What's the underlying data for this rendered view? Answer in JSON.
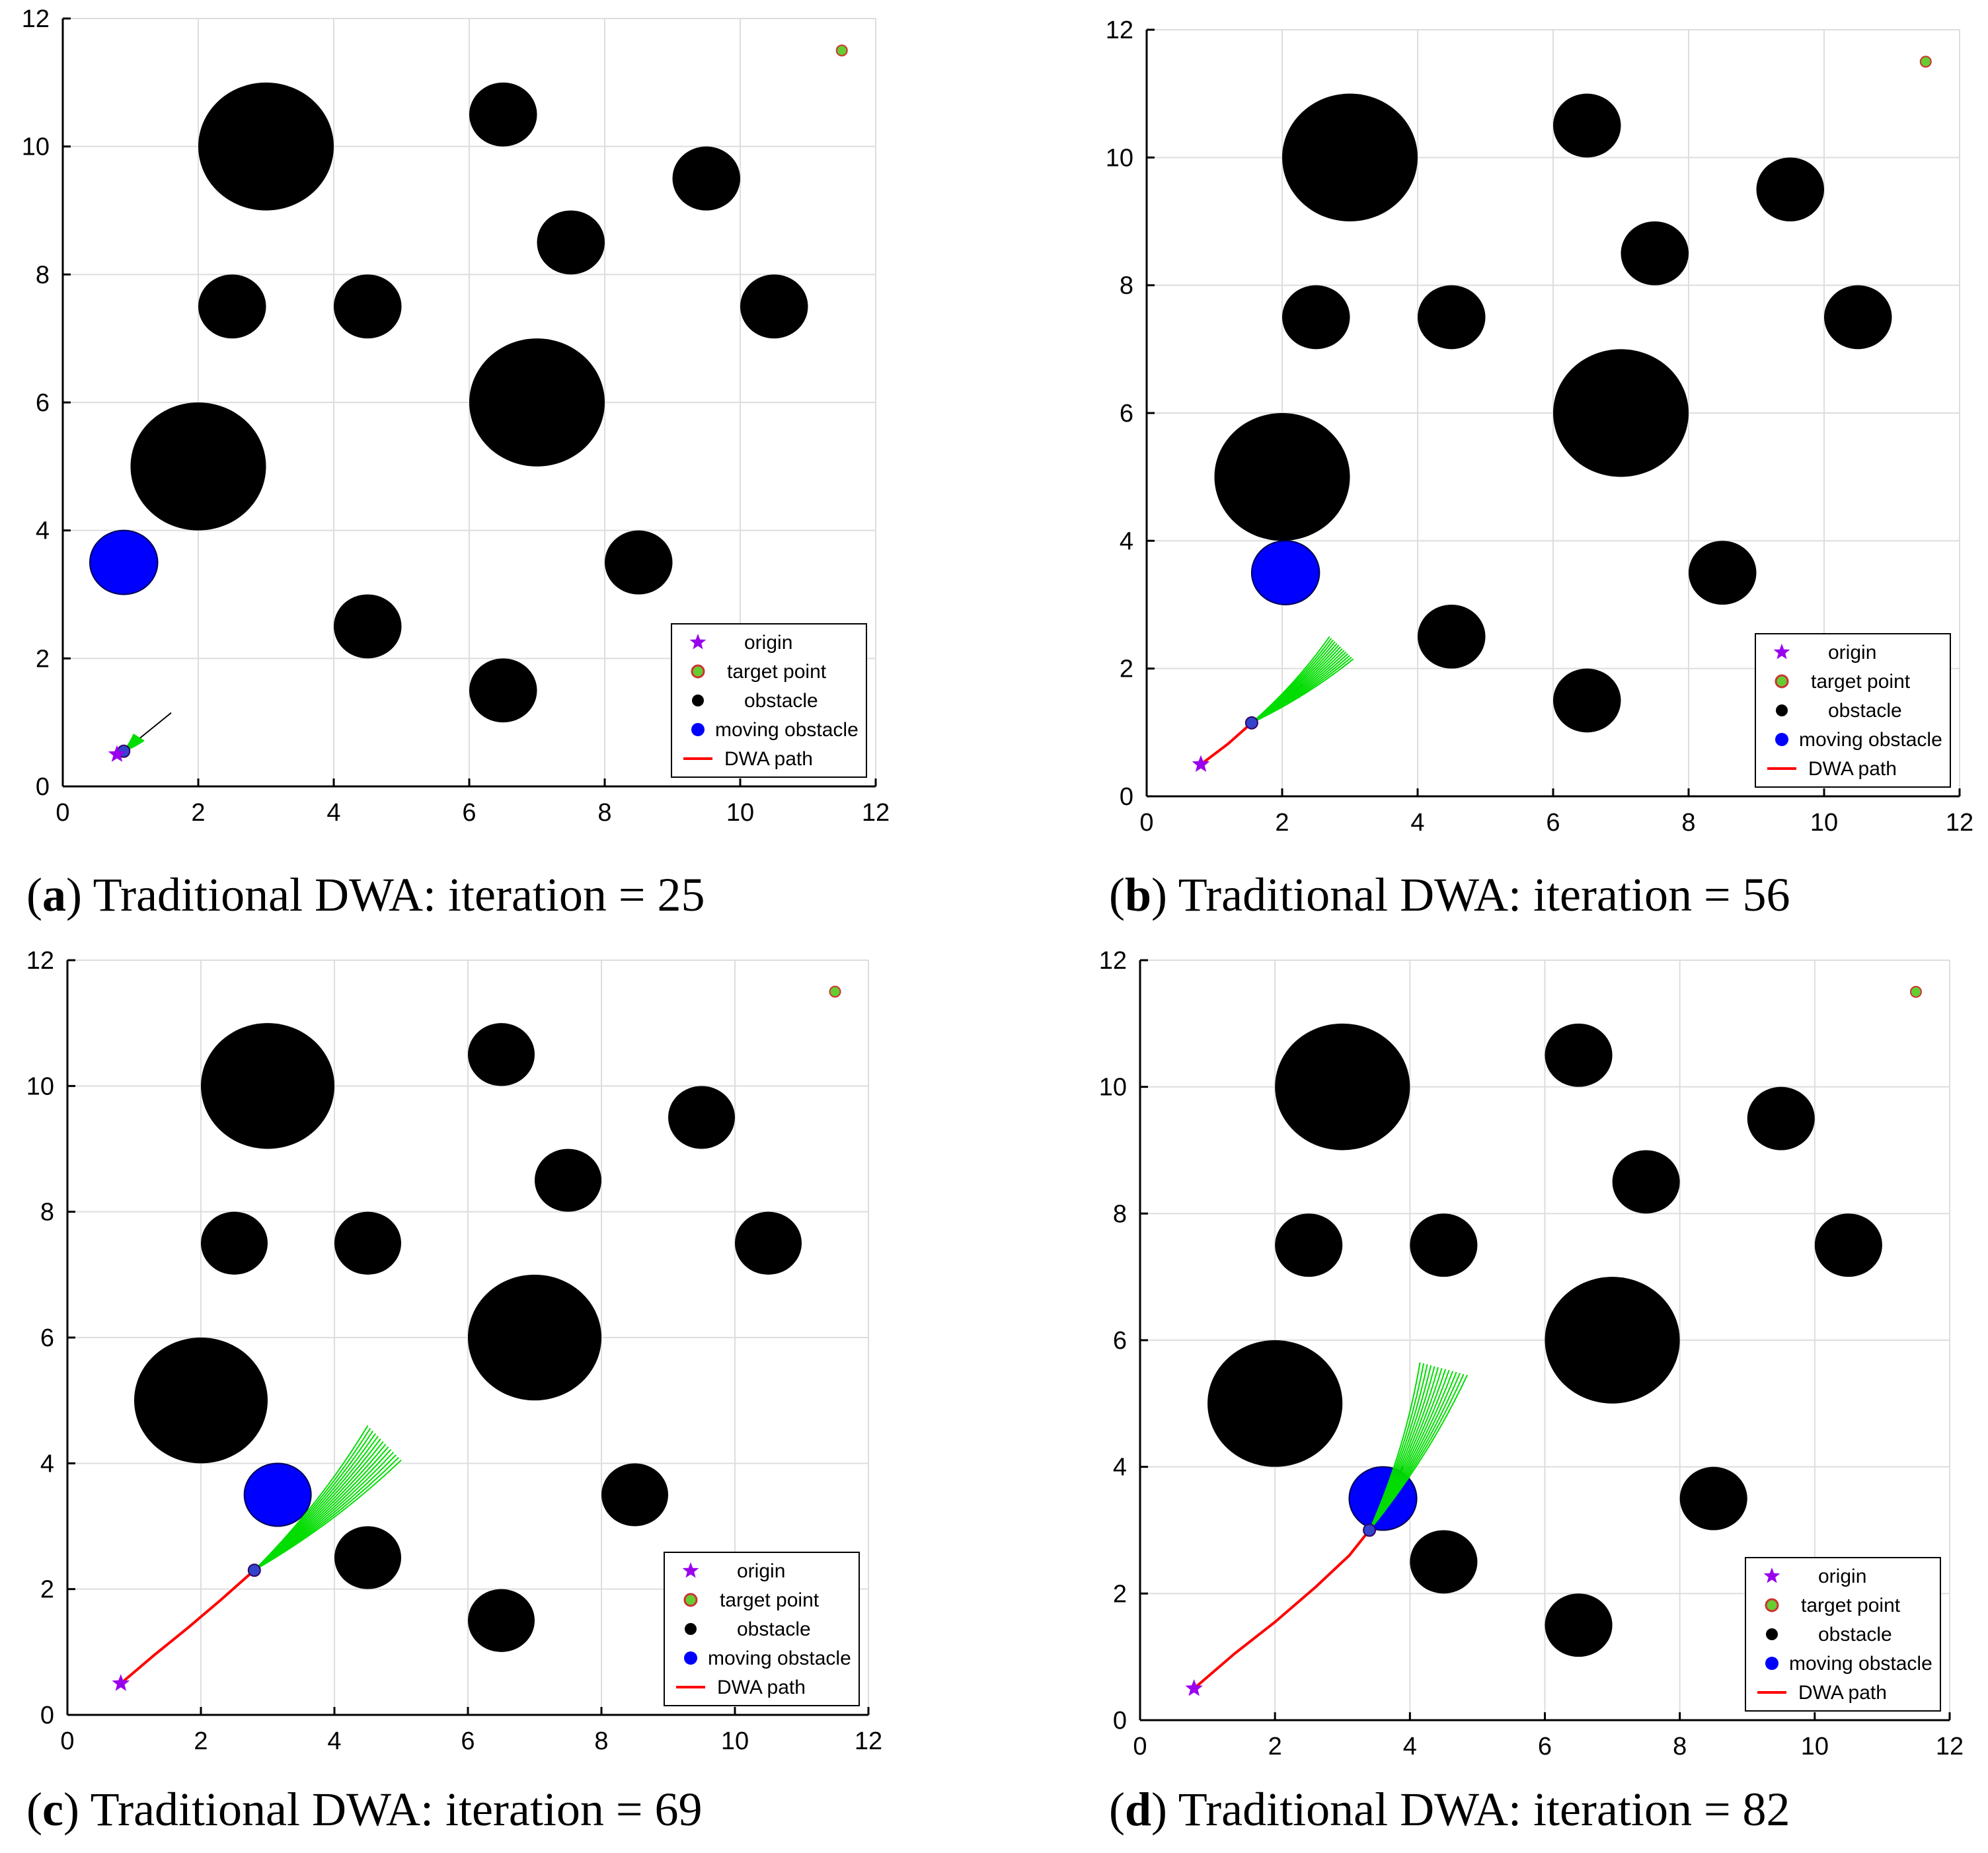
{
  "figure": {
    "title": "",
    "background": "#ffffff"
  },
  "colors": {
    "obstacle": "#000000",
    "moving_obstacle": "#0000ff",
    "path": "#ff0000",
    "trajectory": "#00dd00",
    "origin": "#9900ee",
    "target_fill": "#66cc33",
    "target_edge": "#cc3333",
    "grid": "#dddddd",
    "axis": "#000000"
  },
  "chart_data": [
    {
      "type": "scatter",
      "panel": "a",
      "caption_letter": "a",
      "caption_text": " Traditional DWA: iteration = 25",
      "xlim": [
        0,
        12
      ],
      "ylim": [
        0,
        12
      ],
      "xticks": [
        0,
        2,
        4,
        6,
        8,
        10,
        12
      ],
      "yticks": [
        0,
        2,
        4,
        6,
        8,
        10,
        12
      ],
      "grid": true,
      "legend_position": "bottom-right",
      "legend": [
        "origin",
        "target point",
        "obstacle",
        "moving obstacle",
        "DWA path"
      ],
      "origin": [
        0.8,
        0.5
      ],
      "target": [
        11.5,
        11.5
      ],
      "robot": [
        0.9,
        0.55
      ],
      "heading_line": [
        [
          0.9,
          0.55
        ],
        [
          1.6,
          1.15
        ]
      ],
      "obstacles": [
        {
          "x": 3,
          "y": 10,
          "r": 1
        },
        {
          "x": 6.5,
          "y": 10.5,
          "r": 0.5
        },
        {
          "x": 9.5,
          "y": 9.5,
          "r": 0.5
        },
        {
          "x": 7.5,
          "y": 8.5,
          "r": 0.5
        },
        {
          "x": 2.5,
          "y": 7.5,
          "r": 0.5
        },
        {
          "x": 4.5,
          "y": 7.5,
          "r": 0.5
        },
        {
          "x": 10.5,
          "y": 7.5,
          "r": 0.5
        },
        {
          "x": 7,
          "y": 6,
          "r": 1
        },
        {
          "x": 2,
          "y": 5,
          "r": 1
        },
        {
          "x": 8.5,
          "y": 3.5,
          "r": 0.5
        },
        {
          "x": 4.5,
          "y": 2.5,
          "r": 0.5
        },
        {
          "x": 6.5,
          "y": 1.5,
          "r": 0.5
        }
      ],
      "moving_obstacle": {
        "x": 0.9,
        "y": 3.5,
        "r": 0.5
      },
      "path": [
        [
          0.8,
          0.5
        ],
        [
          0.9,
          0.55
        ]
      ],
      "fan": {
        "start": [
          0.9,
          0.55
        ],
        "end_min": [
          1.05,
          0.82
        ],
        "end_max": [
          1.2,
          0.72
        ]
      }
    },
    {
      "type": "scatter",
      "panel": "b",
      "caption_letter": "b",
      "caption_text": " Traditional DWA: iteration = 56",
      "xlim": [
        0,
        12
      ],
      "ylim": [
        0,
        12
      ],
      "xticks": [
        0,
        2,
        4,
        6,
        8,
        10,
        12
      ],
      "yticks": [
        0,
        2,
        4,
        6,
        8,
        10,
        12
      ],
      "grid": true,
      "legend_position": "bottom-right",
      "legend": [
        "origin",
        "target point",
        "obstacle",
        "moving obstacle",
        "DWA path"
      ],
      "origin": [
        0.8,
        0.5
      ],
      "target": [
        11.5,
        11.5
      ],
      "robot": [
        1.55,
        1.15
      ],
      "heading_line": [
        [
          1.55,
          1.15
        ],
        [
          2.3,
          1.75
        ]
      ],
      "obstacles": [
        {
          "x": 3,
          "y": 10,
          "r": 1
        },
        {
          "x": 6.5,
          "y": 10.5,
          "r": 0.5
        },
        {
          "x": 9.5,
          "y": 9.5,
          "r": 0.5
        },
        {
          "x": 7.5,
          "y": 8.5,
          "r": 0.5
        },
        {
          "x": 2.5,
          "y": 7.5,
          "r": 0.5
        },
        {
          "x": 4.5,
          "y": 7.5,
          "r": 0.5
        },
        {
          "x": 10.5,
          "y": 7.5,
          "r": 0.5
        },
        {
          "x": 7,
          "y": 6,
          "r": 1
        },
        {
          "x": 2,
          "y": 5,
          "r": 1
        },
        {
          "x": 8.5,
          "y": 3.5,
          "r": 0.5
        },
        {
          "x": 4.5,
          "y": 2.5,
          "r": 0.5
        },
        {
          "x": 6.5,
          "y": 1.5,
          "r": 0.5
        }
      ],
      "moving_obstacle": {
        "x": 2.05,
        "y": 3.5,
        "r": 0.5
      },
      "path": [
        [
          0.8,
          0.5
        ],
        [
          1.2,
          0.82
        ],
        [
          1.55,
          1.15
        ]
      ],
      "fan": {
        "start": [
          1.55,
          1.15
        ],
        "end_min": [
          2.7,
          2.5
        ],
        "end_max": [
          3.05,
          2.15
        ]
      }
    },
    {
      "type": "scatter",
      "panel": "c",
      "caption_letter": "c",
      "caption_text": " Traditional DWA: iteration = 69",
      "xlim": [
        0,
        12
      ],
      "ylim": [
        0,
        12
      ],
      "xticks": [
        0,
        2,
        4,
        6,
        8,
        10,
        12
      ],
      "yticks": [
        0,
        2,
        4,
        6,
        8,
        10,
        12
      ],
      "grid": true,
      "legend_position": "bottom-right",
      "legend": [
        "origin",
        "target point",
        "obstacle",
        "moving obstacle",
        "DWA path"
      ],
      "origin": [
        0.8,
        0.5
      ],
      "target": [
        11.5,
        11.5
      ],
      "robot": [
        2.8,
        2.3
      ],
      "heading_line": [
        [
          2.8,
          2.3
        ],
        [
          3.5,
          2.95
        ]
      ],
      "obstacles": [
        {
          "x": 3,
          "y": 10,
          "r": 1
        },
        {
          "x": 6.5,
          "y": 10.5,
          "r": 0.5
        },
        {
          "x": 9.5,
          "y": 9.5,
          "r": 0.5
        },
        {
          "x": 7.5,
          "y": 8.5,
          "r": 0.5
        },
        {
          "x": 2.5,
          "y": 7.5,
          "r": 0.5
        },
        {
          "x": 4.5,
          "y": 7.5,
          "r": 0.5
        },
        {
          "x": 10.5,
          "y": 7.5,
          "r": 0.5
        },
        {
          "x": 7,
          "y": 6,
          "r": 1
        },
        {
          "x": 2,
          "y": 5,
          "r": 1
        },
        {
          "x": 8.5,
          "y": 3.5,
          "r": 0.5
        },
        {
          "x": 4.5,
          "y": 2.5,
          "r": 0.5
        },
        {
          "x": 6.5,
          "y": 1.5,
          "r": 0.5
        }
      ],
      "moving_obstacle": {
        "x": 3.15,
        "y": 3.5,
        "r": 0.5
      },
      "path": [
        [
          0.8,
          0.5
        ],
        [
          1.3,
          0.95
        ],
        [
          1.8,
          1.38
        ],
        [
          2.3,
          1.83
        ],
        [
          2.8,
          2.3
        ]
      ],
      "fan": {
        "start": [
          2.8,
          2.3
        ],
        "end_min": [
          4.5,
          4.6
        ],
        "end_max": [
          5.0,
          4.05
        ]
      }
    },
    {
      "type": "scatter",
      "panel": "d",
      "caption_letter": "d",
      "caption_text": " Traditional DWA: iteration = 82",
      "xlim": [
        0,
        12
      ],
      "ylim": [
        0,
        12
      ],
      "xticks": [
        0,
        2,
        4,
        6,
        8,
        10,
        12
      ],
      "yticks": [
        0,
        2,
        4,
        6,
        8,
        10,
        12
      ],
      "grid": true,
      "legend_position": "bottom-right",
      "legend": [
        "origin",
        "target point",
        "obstacle",
        "moving obstacle",
        "DWA path"
      ],
      "origin": [
        0.8,
        0.5
      ],
      "target": [
        11.5,
        11.5
      ],
      "robot": [
        3.4,
        3.0
      ],
      "heading_line": [
        [
          3.4,
          3.0
        ],
        [
          3.9,
          4.0
        ]
      ],
      "obstacles": [
        {
          "x": 3,
          "y": 10,
          "r": 1
        },
        {
          "x": 6.5,
          "y": 10.5,
          "r": 0.5
        },
        {
          "x": 9.5,
          "y": 9.5,
          "r": 0.5
        },
        {
          "x": 7.5,
          "y": 8.5,
          "r": 0.5
        },
        {
          "x": 2.5,
          "y": 7.5,
          "r": 0.5
        },
        {
          "x": 4.5,
          "y": 7.5,
          "r": 0.5
        },
        {
          "x": 10.5,
          "y": 7.5,
          "r": 0.5
        },
        {
          "x": 7,
          "y": 6,
          "r": 1
        },
        {
          "x": 2,
          "y": 5,
          "r": 1
        },
        {
          "x": 8.5,
          "y": 3.5,
          "r": 0.5
        },
        {
          "x": 4.5,
          "y": 2.5,
          "r": 0.5
        },
        {
          "x": 6.5,
          "y": 1.5,
          "r": 0.5
        }
      ],
      "moving_obstacle": {
        "x": 3.6,
        "y": 3.5,
        "r": 0.5
      },
      "path": [
        [
          0.8,
          0.5
        ],
        [
          1.4,
          1.05
        ],
        [
          2.0,
          1.55
        ],
        [
          2.6,
          2.1
        ],
        [
          3.1,
          2.6
        ],
        [
          3.4,
          3.0
        ]
      ],
      "fan": {
        "start": [
          3.4,
          3.0
        ],
        "end_min": [
          4.15,
          5.65
        ],
        "end_max": [
          4.85,
          5.45
        ]
      }
    }
  ]
}
